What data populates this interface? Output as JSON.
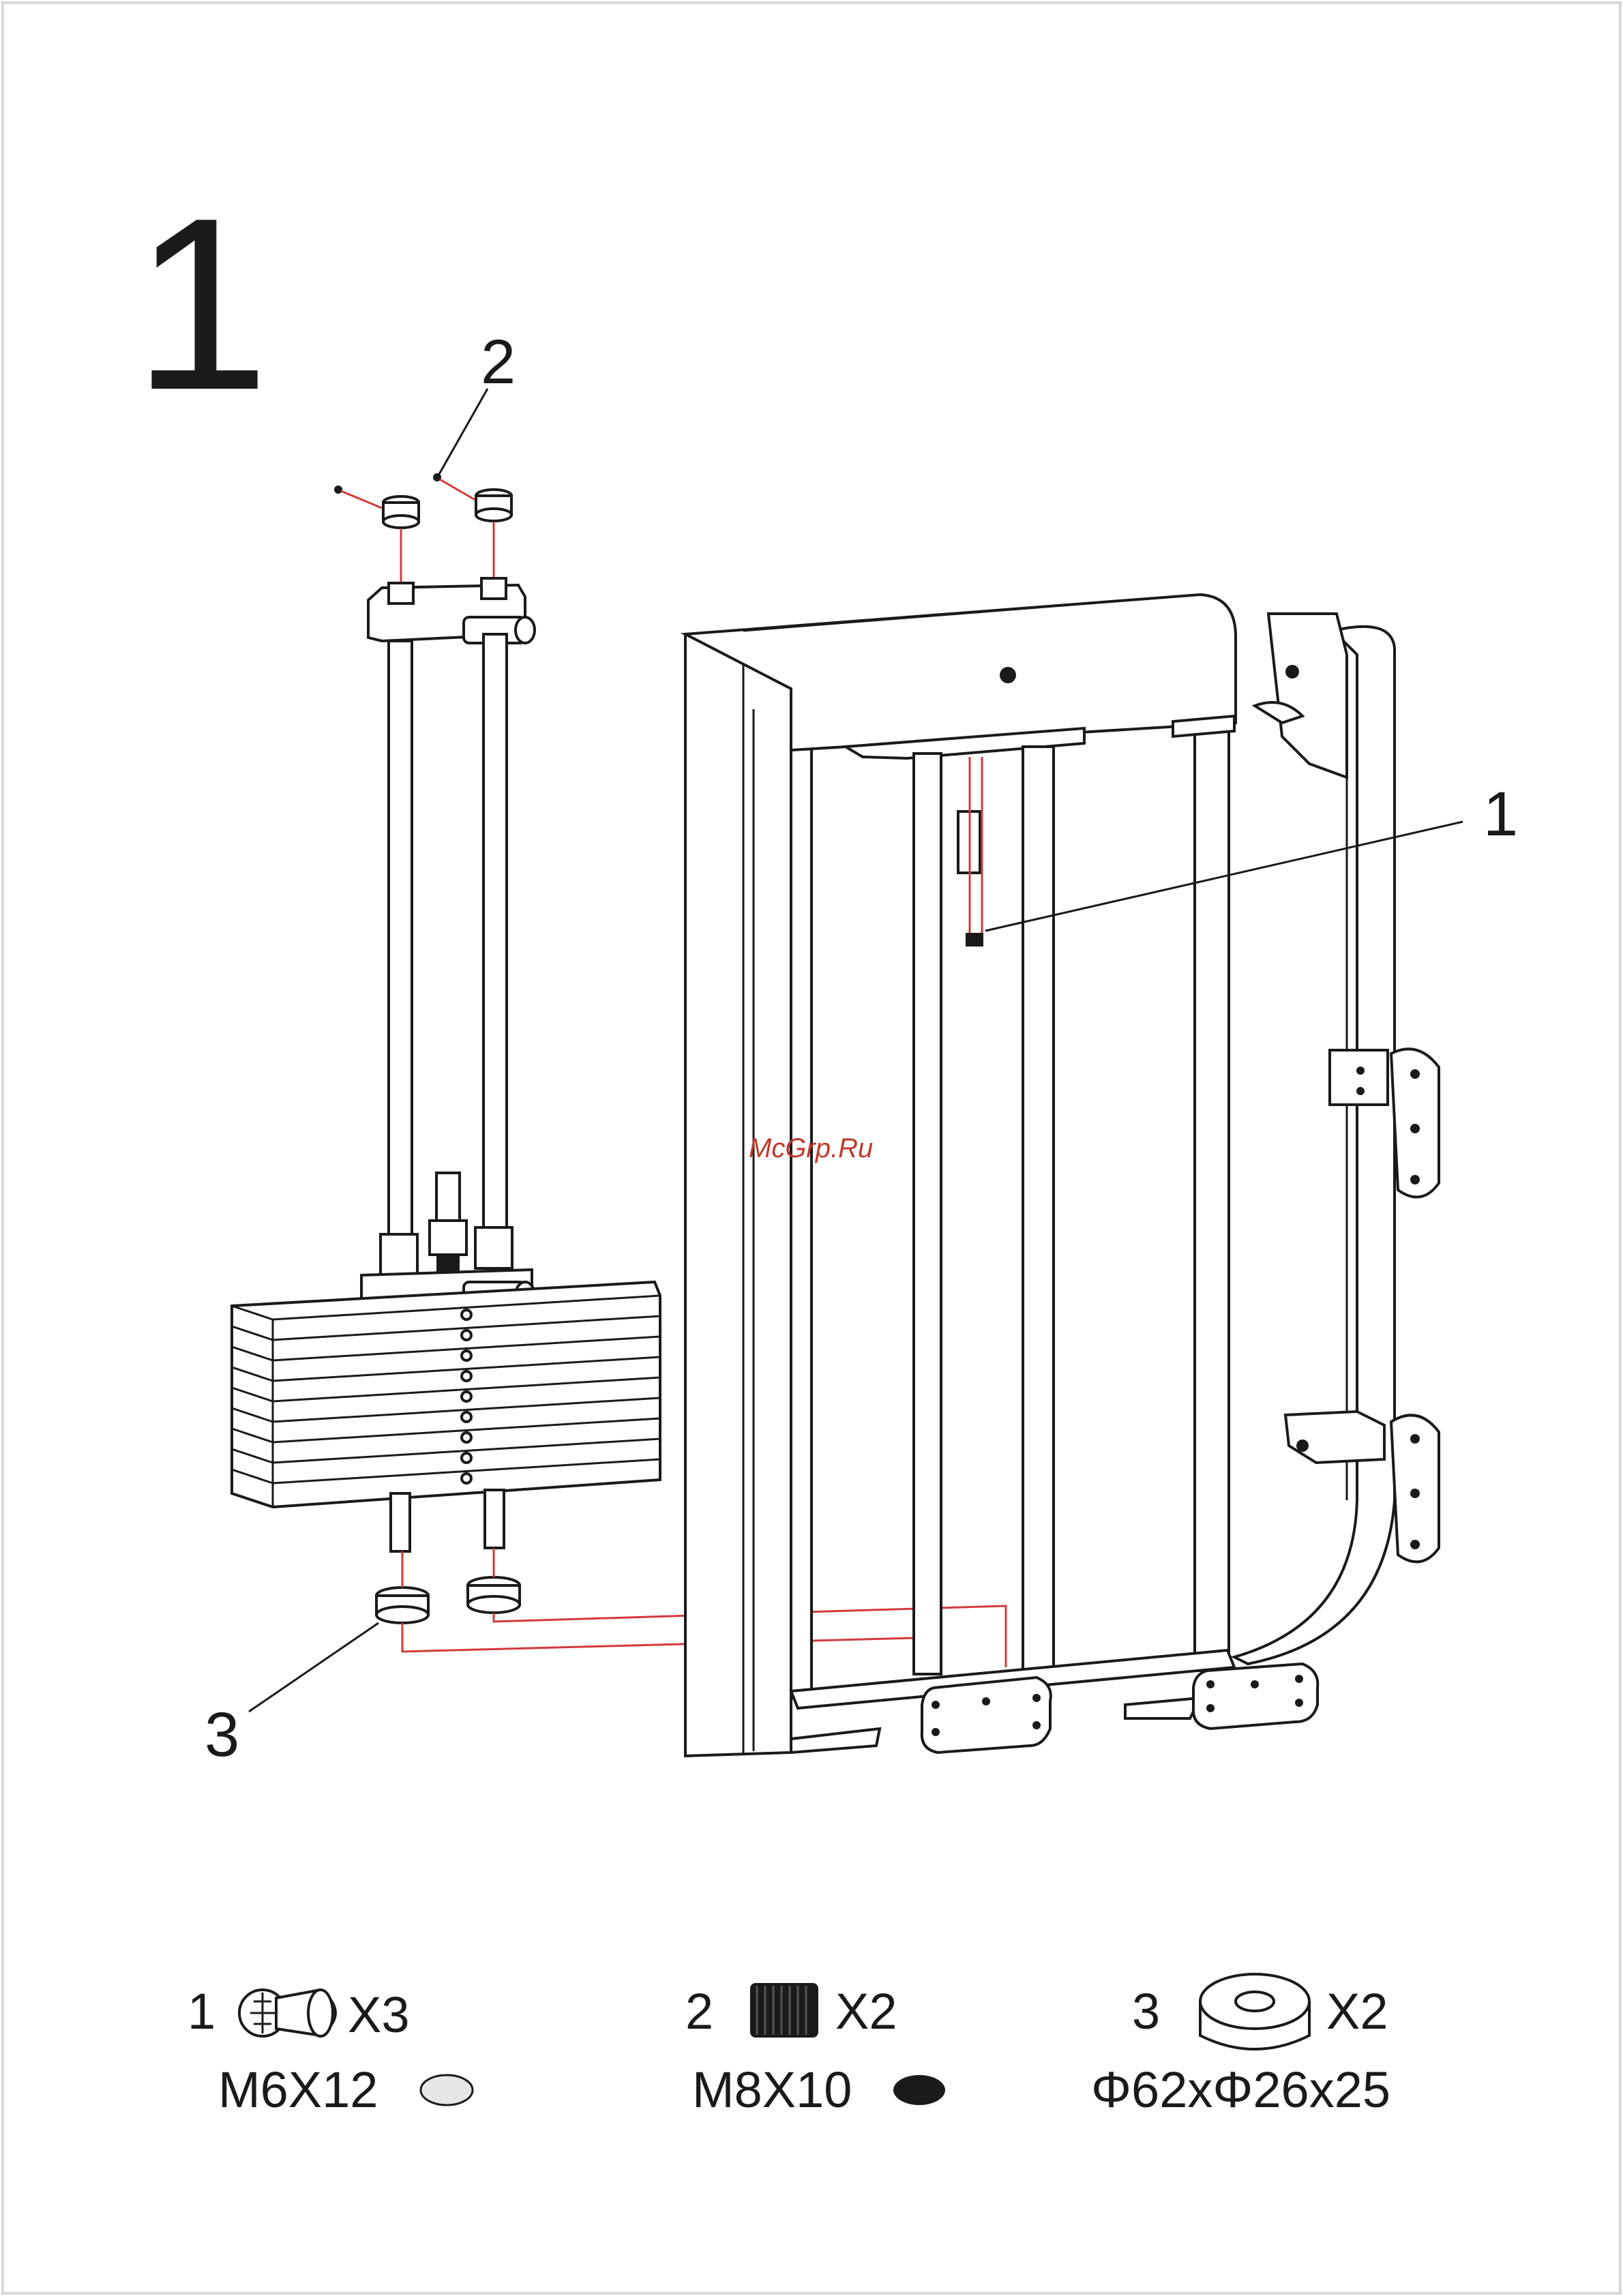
{
  "step": {
    "number": "1"
  },
  "callouts": [
    {
      "id": "2",
      "label": "2"
    },
    {
      "id": "1",
      "label": "1"
    },
    {
      "id": "3",
      "label": "3"
    }
  ],
  "watermark": {
    "text": "McGrp.Ru"
  },
  "parts": [
    {
      "number": "1",
      "qty": "X3",
      "spec": "M6X12",
      "icon": "screw-icon",
      "marker": "light-gray-oval"
    },
    {
      "number": "2",
      "qty": "X2",
      "spec": "M8X10",
      "icon": "set-screw-icon",
      "marker": "black-oval"
    },
    {
      "number": "3",
      "qty": "X2",
      "spec": "Φ62xΦ26x25",
      "icon": "rubber-bumper-icon",
      "marker": "none"
    }
  ],
  "colors": {
    "ink": "#1a1a1a",
    "guide": "#d33a3a",
    "watermark": "#c0392b",
    "marker_light": "#e6e6e6"
  }
}
